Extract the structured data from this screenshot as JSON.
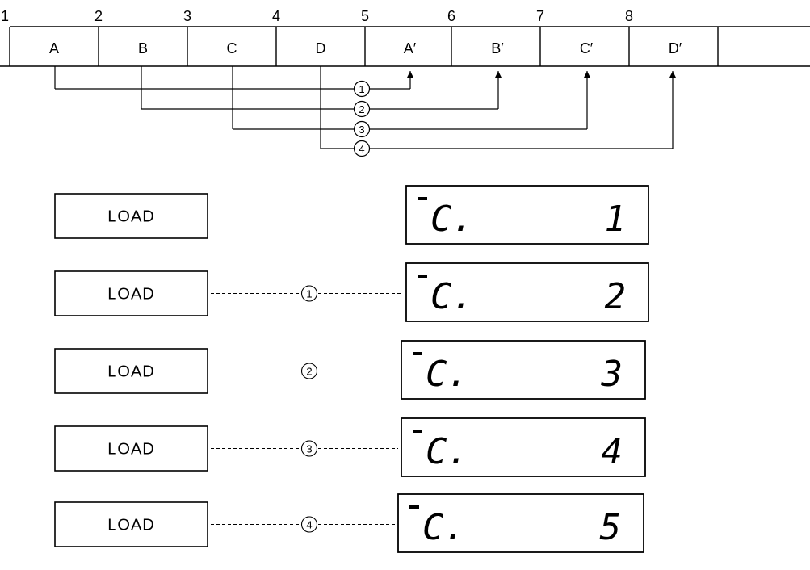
{
  "tape": {
    "numbers": [
      "1",
      "2",
      "3",
      "4",
      "5",
      "6",
      "7",
      "8"
    ],
    "cells": [
      "A",
      "B",
      "C",
      "D",
      "A′",
      "B′",
      "C′",
      "D′",
      ""
    ]
  },
  "mappings": [
    {
      "marker": "1",
      "from": "A",
      "to": "A′"
    },
    {
      "marker": "2",
      "from": "B",
      "to": "B′"
    },
    {
      "marker": "3",
      "from": "C",
      "to": "C′"
    },
    {
      "marker": "4",
      "from": "D",
      "to": "D′"
    }
  ],
  "steps": [
    {
      "button": "LOAD",
      "marker": "",
      "display_prefix": "-C.",
      "display_value": "1"
    },
    {
      "button": "LOAD",
      "marker": "1",
      "display_prefix": "-C.",
      "display_value": "2"
    },
    {
      "button": "LOAD",
      "marker": "2",
      "display_prefix": "-C.",
      "display_value": "3"
    },
    {
      "button": "LOAD",
      "marker": "3",
      "display_prefix": "-C.",
      "display_value": "4"
    },
    {
      "button": "LOAD",
      "marker": "4",
      "display_prefix": "-C.",
      "display_value": "5"
    }
  ]
}
